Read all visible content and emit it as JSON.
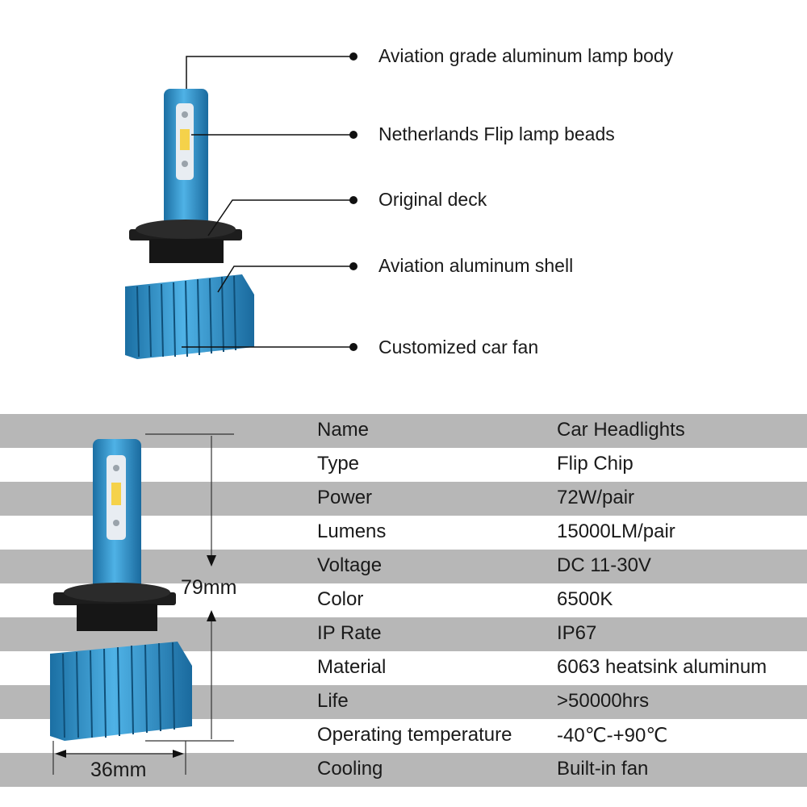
{
  "callouts": [
    {
      "label": "Aviation grade aluminum lamp body"
    },
    {
      "label": "Netherlands Flip lamp beads"
    },
    {
      "label": "Original deck"
    },
    {
      "label": "Aviation aluminum shell"
    },
    {
      "label": "Customized car fan"
    }
  ],
  "specs": [
    {
      "key": "Name",
      "value": "Car Headlights"
    },
    {
      "key": "Type",
      "value": "Flip Chip"
    },
    {
      "key": "Power",
      "value": "72W/pair"
    },
    {
      "key": "Lumens",
      "value": "15000LM/pair"
    },
    {
      "key": "Voltage",
      "value": "DC 11-30V"
    },
    {
      "key": "Color",
      "value": "6500K"
    },
    {
      "key": "IP Rate",
      "value": "IP67"
    },
    {
      "key": "Material",
      "value": "6063 heatsink aluminum"
    },
    {
      "key": "Life",
      "value": ">50000hrs"
    },
    {
      "key": "Operating temperature",
      "value": "-40℃-+90℃"
    },
    {
      "key": "Cooling",
      "value": "Built-in fan"
    }
  ],
  "dimensions": {
    "height": "79mm",
    "width": "36mm"
  },
  "colors": {
    "aluminum_blue": "#2e8fc4",
    "shade_row": "#b7b7b7",
    "led_yellow": "#f5d24a"
  }
}
